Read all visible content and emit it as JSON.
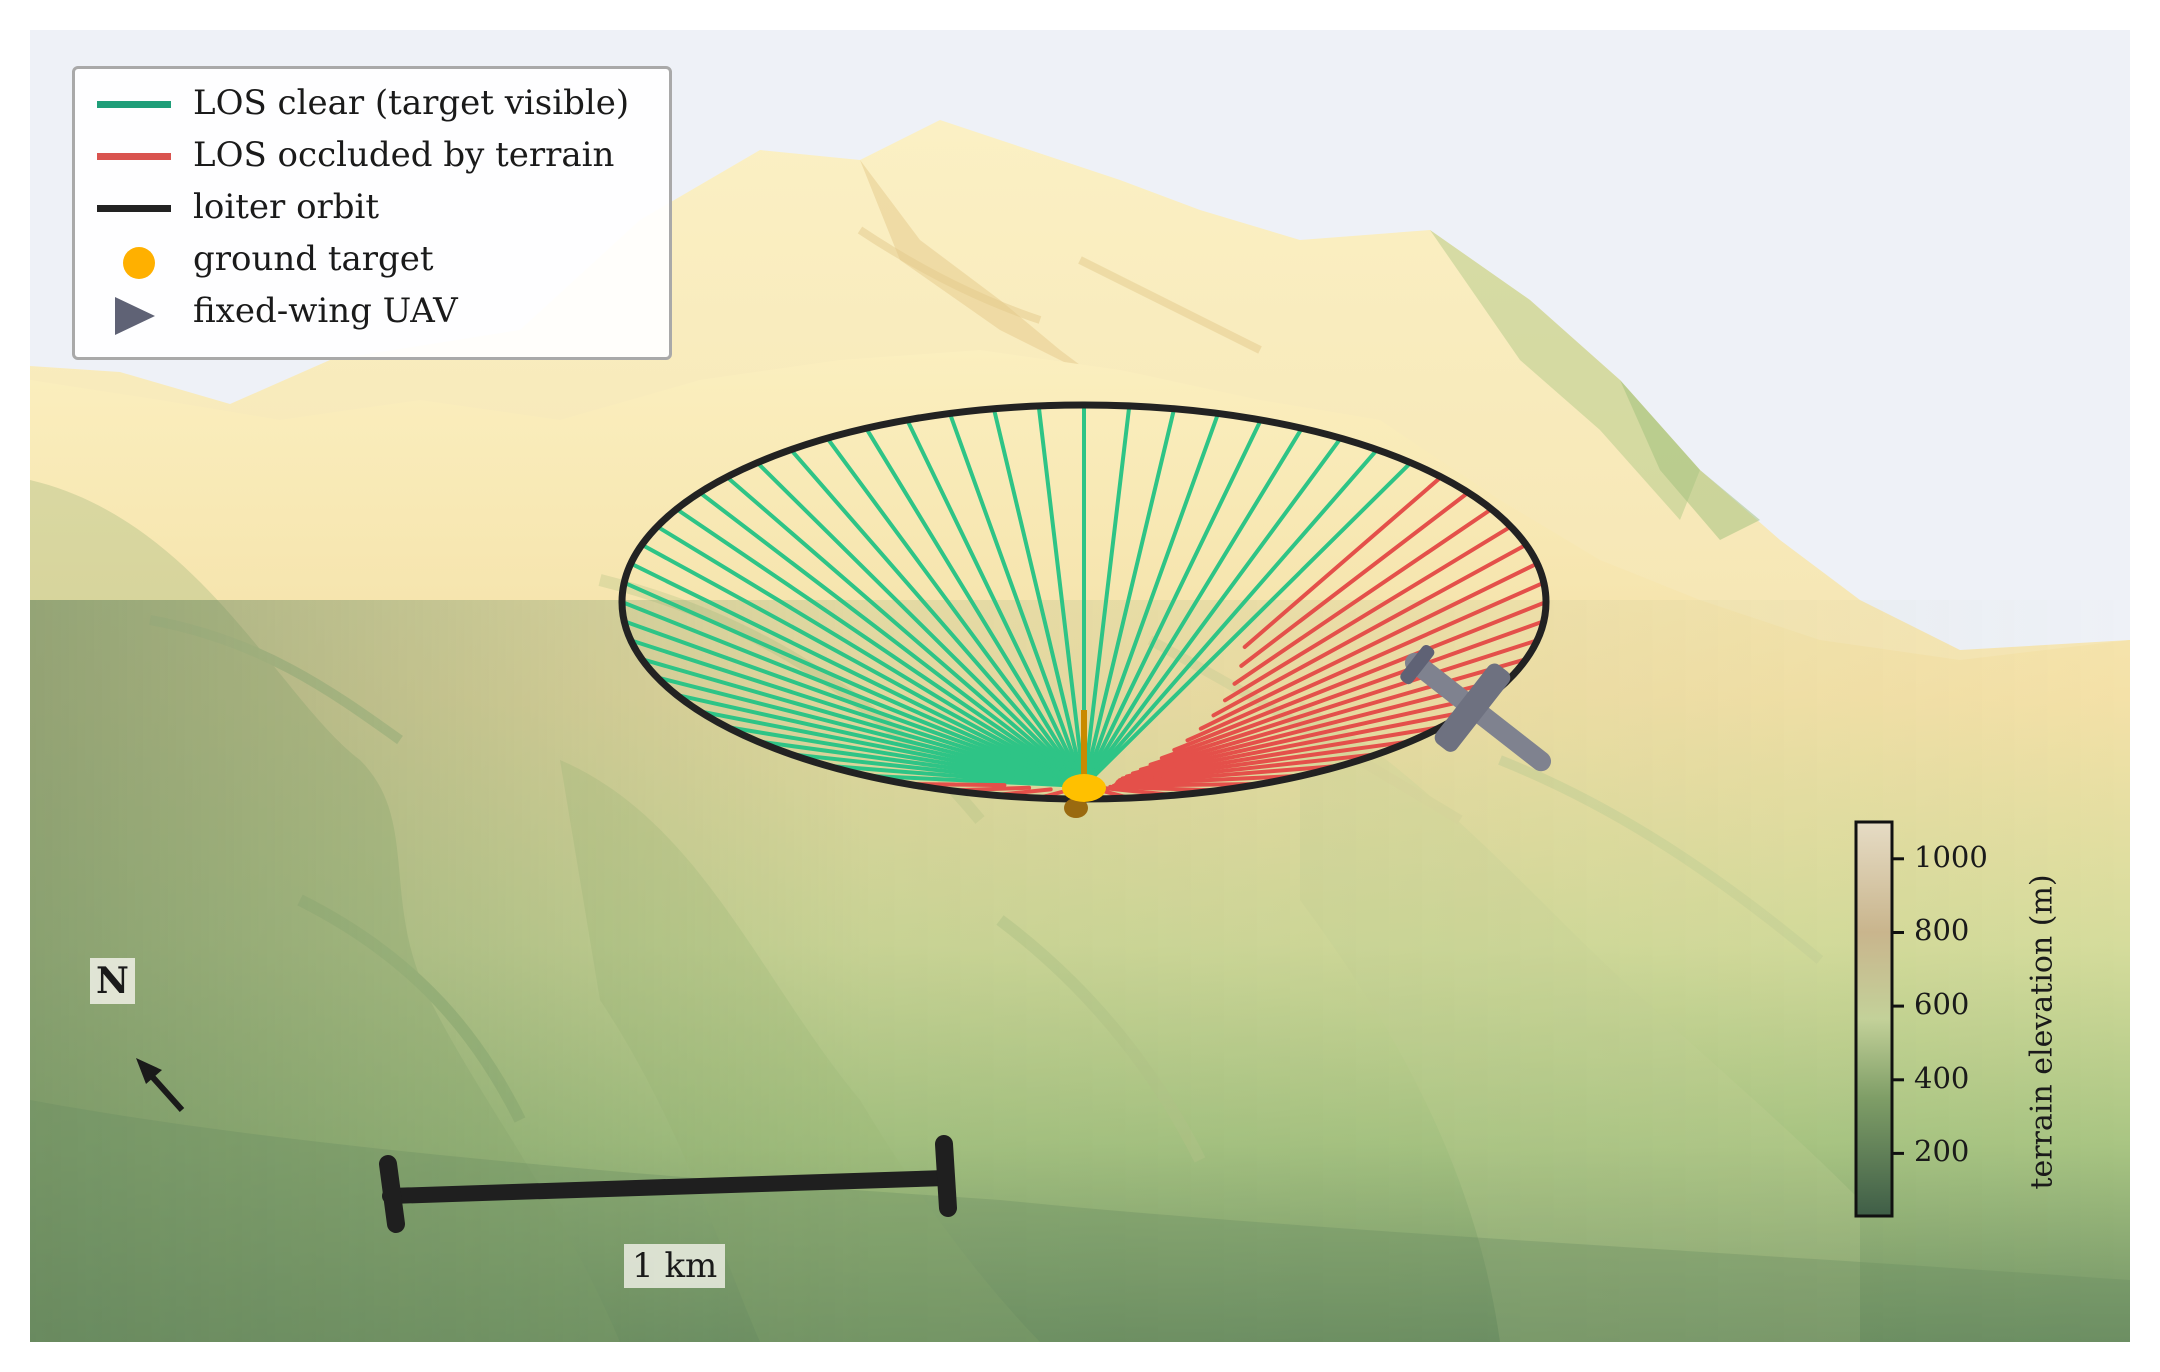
{
  "legend": {
    "items": [
      {
        "label": "LOS clear (target visible)",
        "kind": "line",
        "color": "#1f9e79"
      },
      {
        "label": "LOS occluded by terrain",
        "kind": "line",
        "color": "#d9534f"
      },
      {
        "label": "loiter orbit",
        "kind": "line",
        "color": "#222222"
      },
      {
        "label": "ground target",
        "kind": "dot",
        "color": "#ffb000"
      },
      {
        "label": "fixed-wing UAV",
        "kind": "triangle",
        "color": "#5f6275"
      }
    ]
  },
  "scene": {
    "north_label": "N",
    "scale_bar_label": "1 km",
    "sky_color": "#eef1f7",
    "los_clear_color": "#2ec486",
    "los_occluded_color": "#e4504a",
    "orbit_color": "#222222",
    "target_color": "#ffc000",
    "uav_color": "#7f828f",
    "los_rays": {
      "count": 64,
      "occluded_from_index": 28,
      "occluded_to_index": 55
    }
  },
  "colorbar": {
    "title": "terrain elevation (m)",
    "ticks": [
      {
        "value": 200,
        "label": "200"
      },
      {
        "value": 400,
        "label": "400"
      },
      {
        "value": 600,
        "label": "600"
      },
      {
        "value": 800,
        "label": "800"
      },
      {
        "value": 1000,
        "label": "1000"
      }
    ],
    "range": [
      30,
      1100
    ],
    "colors": [
      "#3f5e47",
      "#7f9e67",
      "#c3d199",
      "#c9b58d",
      "#e6dcc5"
    ]
  }
}
